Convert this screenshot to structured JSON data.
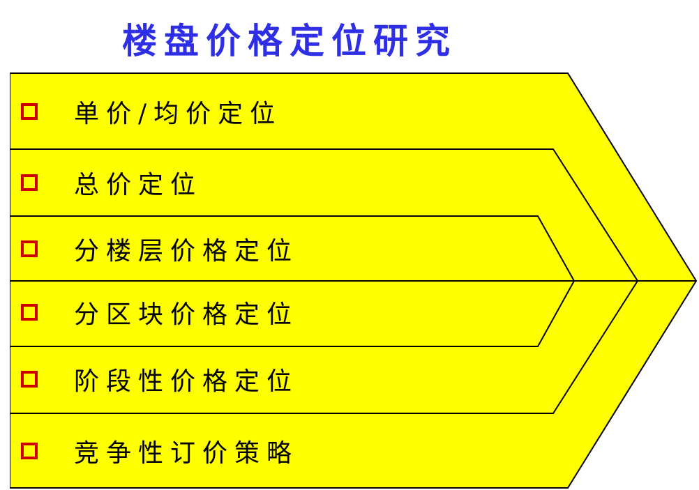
{
  "title": "楼盘价格定位研究",
  "items": [
    {
      "label": "单价/均价定位"
    },
    {
      "label": "总价定位"
    },
    {
      "label": "分楼层价格定位"
    },
    {
      "label": "分区块价格定位"
    },
    {
      "label": "阶段性价格定位"
    },
    {
      "label": "竞争性订价策略"
    }
  ],
  "colors": {
    "title": "#2e2ee6",
    "fill": "#ffff00",
    "checkbox_border": "#cc0000",
    "outline": "#000000"
  },
  "icons": {
    "checkbox": "empty-square-checkbox-icon"
  }
}
